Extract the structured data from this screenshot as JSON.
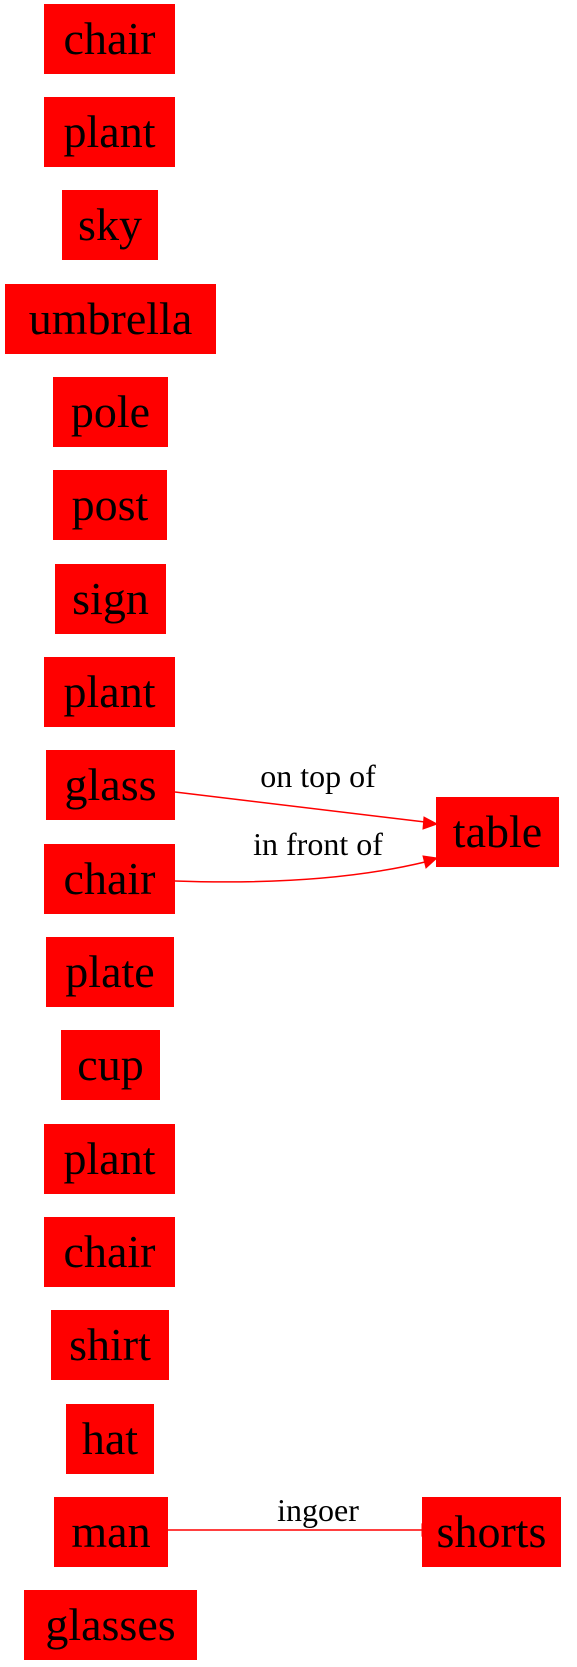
{
  "graph": {
    "node_color": "#ff0000",
    "edge_color": "#ff0000",
    "text_color": "#000000",
    "nodes": [
      {
        "id": "n0",
        "label": "chair"
      },
      {
        "id": "n1",
        "label": "plant"
      },
      {
        "id": "n2",
        "label": "sky"
      },
      {
        "id": "n3",
        "label": "umbrella"
      },
      {
        "id": "n4",
        "label": "pole"
      },
      {
        "id": "n5",
        "label": "post"
      },
      {
        "id": "n6",
        "label": "sign"
      },
      {
        "id": "n7",
        "label": "plant"
      },
      {
        "id": "n8",
        "label": "glass"
      },
      {
        "id": "n9",
        "label": "chair"
      },
      {
        "id": "n10",
        "label": "plate"
      },
      {
        "id": "n11",
        "label": "cup"
      },
      {
        "id": "n12",
        "label": "plant"
      },
      {
        "id": "n13",
        "label": "chair"
      },
      {
        "id": "n14",
        "label": "shirt"
      },
      {
        "id": "n15",
        "label": "hat"
      },
      {
        "id": "n16",
        "label": "man"
      },
      {
        "id": "n17",
        "label": "glasses"
      },
      {
        "id": "n18",
        "label": "table"
      },
      {
        "id": "n19",
        "label": "shorts"
      }
    ],
    "edges": [
      {
        "from": "n8",
        "to": "n18",
        "label": "on top of"
      },
      {
        "from": "n9",
        "to": "n18",
        "label": "in front of"
      },
      {
        "from": "n16",
        "to": "n19",
        "label": "ingoer"
      }
    ]
  }
}
